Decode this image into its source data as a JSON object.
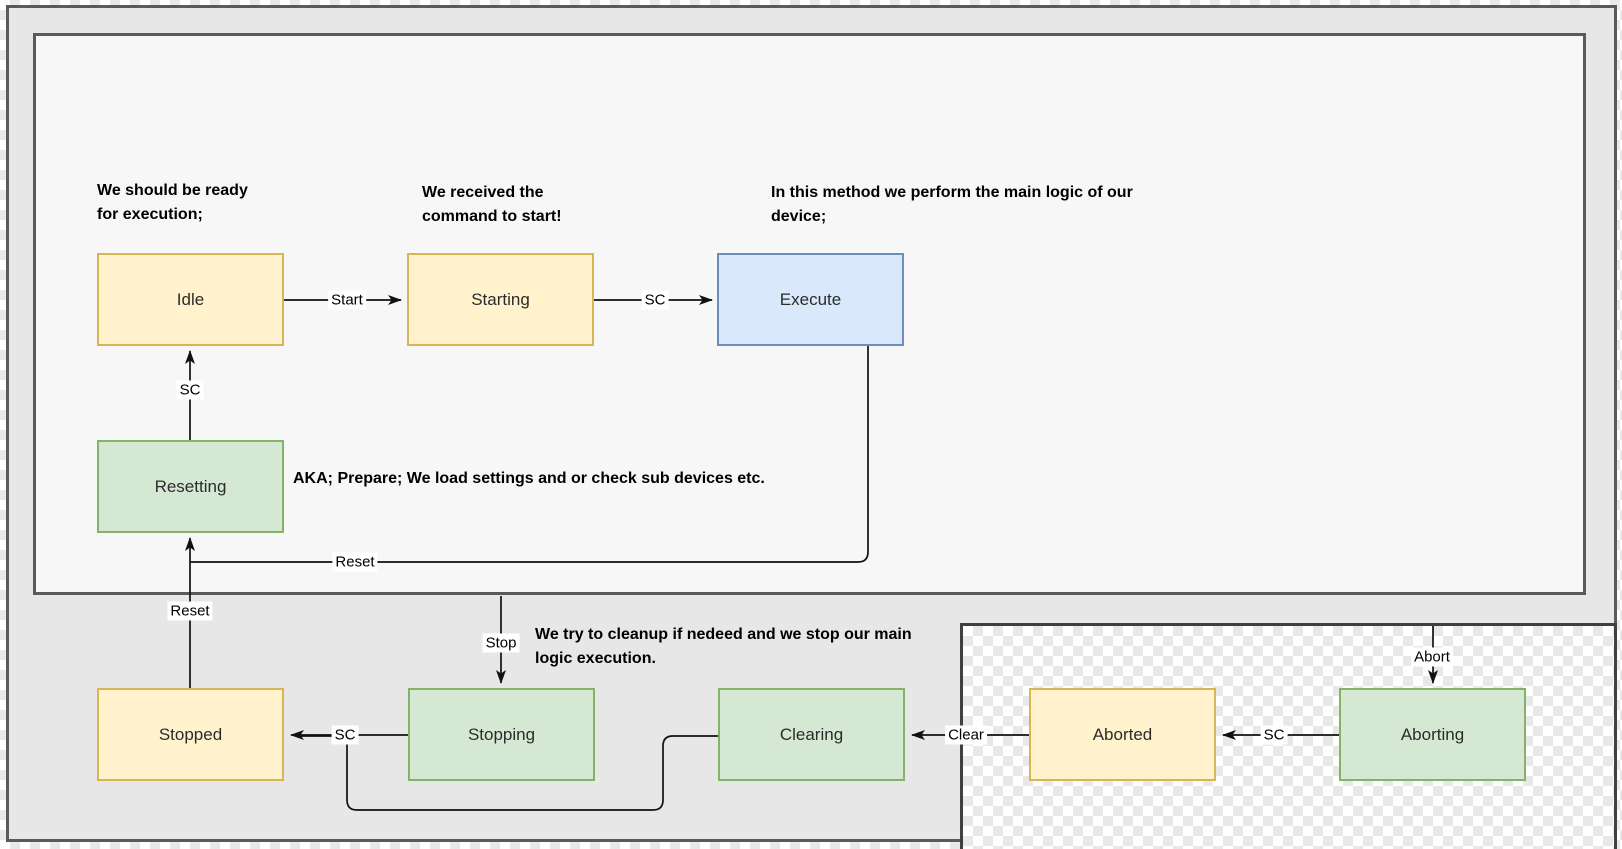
{
  "states": {
    "idle": {
      "label": "Idle"
    },
    "starting": {
      "label": "Starting"
    },
    "execute": {
      "label": "Execute"
    },
    "resetting": {
      "label": "Resetting"
    },
    "stopped": {
      "label": "Stopped"
    },
    "stopping": {
      "label": "Stopping"
    },
    "clearing": {
      "label": "Clearing"
    },
    "aborted": {
      "label": "Aborted"
    },
    "aborting": {
      "label": "Aborting"
    }
  },
  "transitions": {
    "start": "Start",
    "sc_starting_execute": "SC",
    "sc_resetting_idle": "SC",
    "reset_from_execute": "Reset",
    "reset_from_stopped": "Reset",
    "stop": "Stop",
    "sc_stopping_stopped": "SC",
    "clear": "Clear",
    "sc_aborting_aborted": "SC",
    "abort": "Abort"
  },
  "annotations": {
    "idle": "We should be ready\nfor execution;",
    "starting": "We received the\ncommand to start!",
    "execute": "In this method we perform the main logic of our\ndevice;",
    "resetting": "AKA; Prepare; We load settings and or check sub devices etc.",
    "stopping": "We try to cleanup if nedeed and we stop our main\nlogic execution."
  },
  "colors": {
    "state-yellow-fill": "#fff2cc",
    "state-yellow-stroke": "#d6b656",
    "state-green-fill": "#d5e8d4",
    "state-green-stroke": "#82b366",
    "state-blue-fill": "#dae8fc",
    "state-blue-stroke": "#6c8ebf",
    "region-gray-fill": "#e7e7e7",
    "region-border": "#5a5a5a",
    "edge-color": "#111111"
  }
}
